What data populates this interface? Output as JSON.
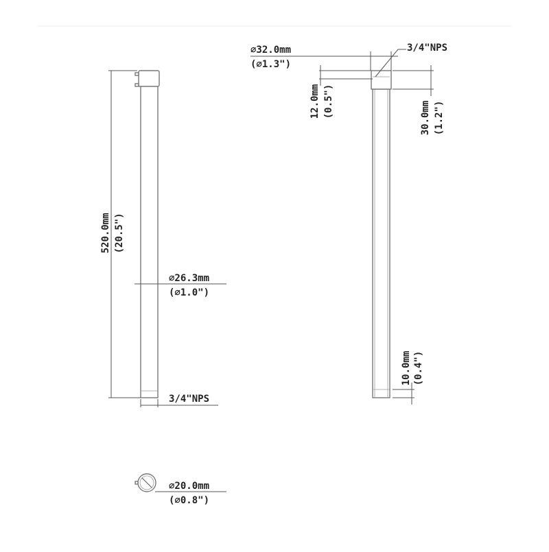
{
  "side_view": {
    "length_mm": "520.0mm",
    "length_in": "(20.5\")",
    "body_dia_mm": "∅26.3mm",
    "body_dia_in": "(∅1.0\")",
    "bottom_thread": "3/4\"NPS"
  },
  "section_view": {
    "cap_dia_mm": "∅32.0mm",
    "cap_dia_in": "(∅1.3\")",
    "top_thread": "3/4\"NPS",
    "thread_len_mm": "12.0mm",
    "thread_len_in": "(0.5\")",
    "cap_len_mm": "30.0mm",
    "cap_len_in": "(1.2\")",
    "bottom_len_mm": "10.0mm",
    "bottom_len_in": "(0.4\")"
  },
  "end_view": {
    "dia_mm": "∅20.0mm",
    "dia_in": "(∅0.8\")"
  }
}
